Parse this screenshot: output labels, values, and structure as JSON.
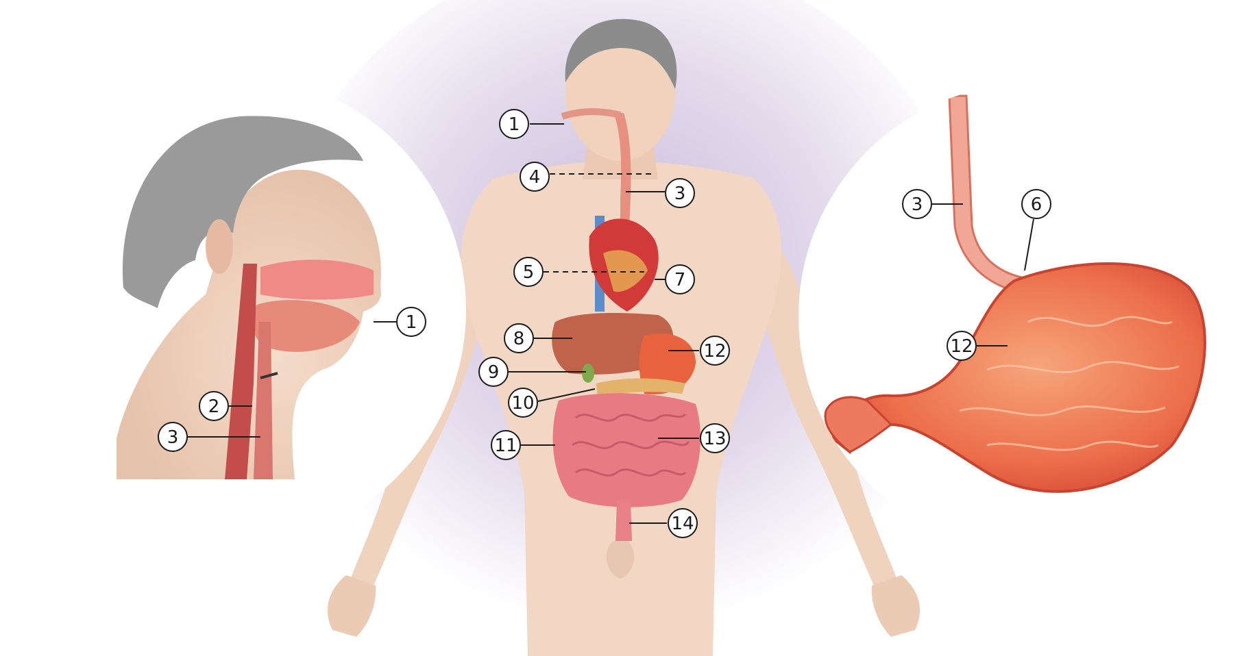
{
  "colors": {
    "background_glow": "#cfc1dd",
    "skin": "#f0d4c0",
    "skin_shadow": "#dcb49c",
    "hair": "#8e8e8e",
    "esophagus": "#e89080",
    "heart": "#d23a3a",
    "liver": "#c0634a",
    "stomach": "#e8623e",
    "intestine": "#e87a84",
    "vessel_blue": "#5b8ccc"
  },
  "callouts": {
    "c1_body": "1",
    "c1_head": "1",
    "c2_head": "2",
    "c3_body": "3",
    "c3_head": "3",
    "c3_stomach": "3",
    "c4": "4",
    "c5": "5",
    "c6": "6",
    "c7": "7",
    "c8": "8",
    "c9": "9",
    "c10": "10",
    "c11": "11",
    "c12_body": "12",
    "c12_stomach": "12",
    "c13": "13",
    "c14": "14"
  }
}
